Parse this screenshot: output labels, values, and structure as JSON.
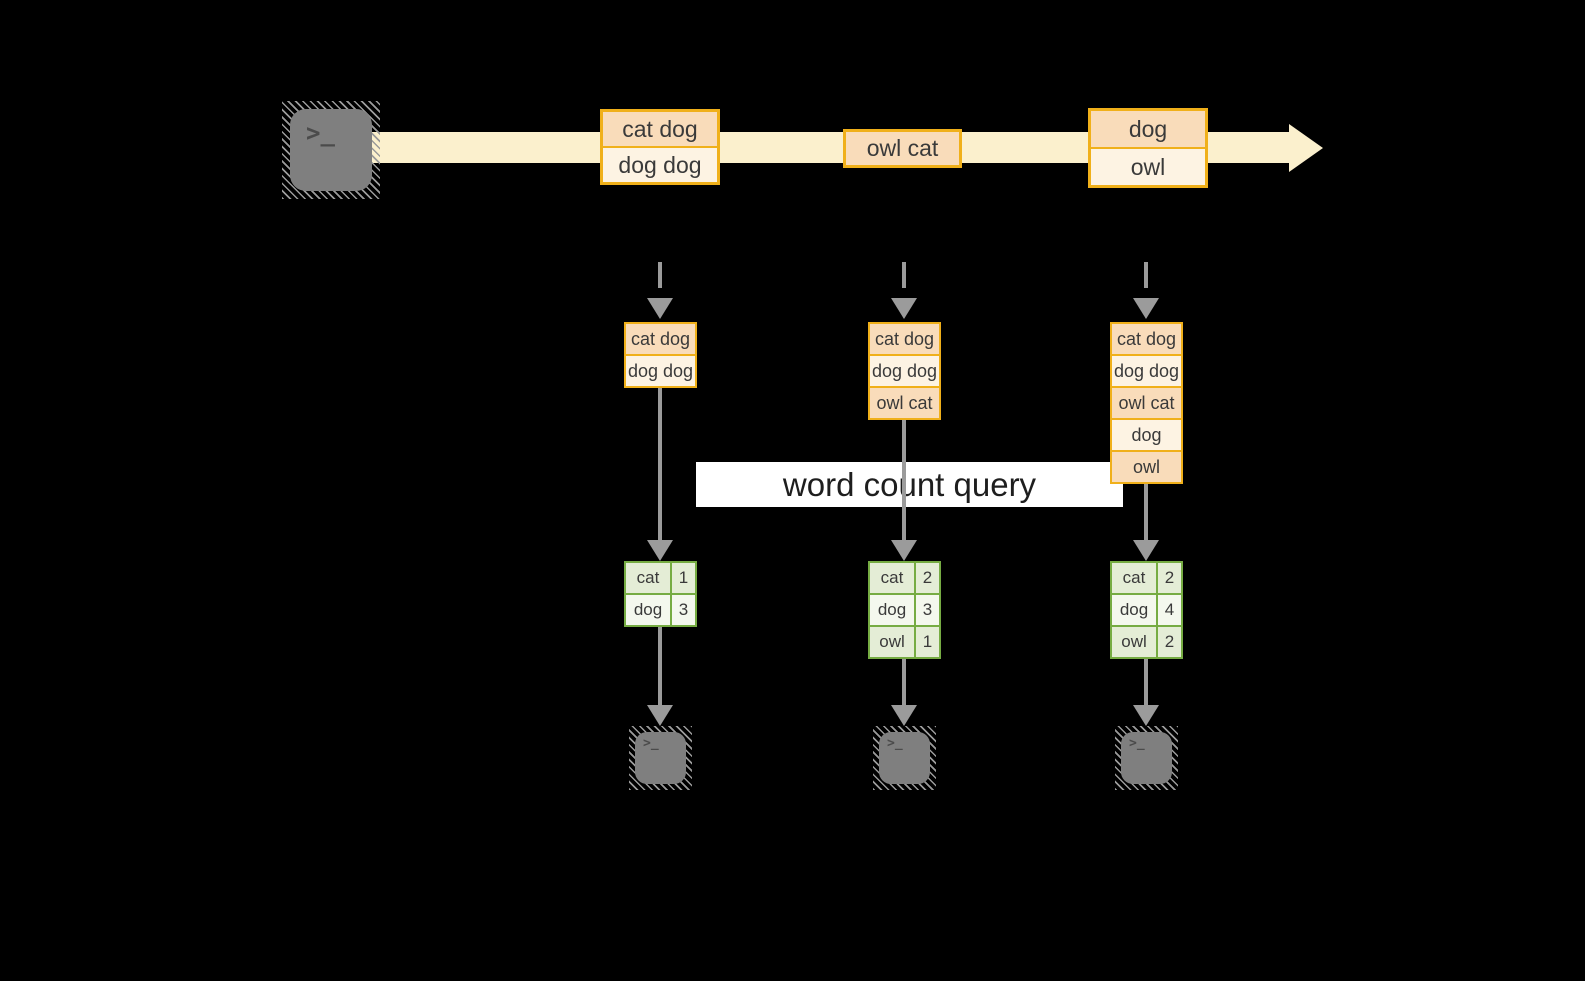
{
  "query_label": "word count query",
  "icons": {
    "terminal_prompt": ">_"
  },
  "stream": {
    "batches": [
      {
        "rows": [
          "cat dog",
          "dog dog"
        ]
      },
      {
        "rows": [
          "owl cat"
        ]
      },
      {
        "rows": [
          "dog",
          "owl"
        ]
      }
    ]
  },
  "columns": [
    {
      "buffer": [
        "cat dog",
        "dog dog"
      ],
      "counts": [
        {
          "word": "cat",
          "count": "1"
        },
        {
          "word": "dog",
          "count": "3"
        }
      ]
    },
    {
      "buffer": [
        "cat dog",
        "dog dog",
        "owl cat"
      ],
      "counts": [
        {
          "word": "cat",
          "count": "2"
        },
        {
          "word": "dog",
          "count": "3"
        },
        {
          "word": "owl",
          "count": "1"
        }
      ]
    },
    {
      "buffer": [
        "cat dog",
        "dog dog",
        "owl cat",
        "dog",
        "owl"
      ],
      "counts": [
        {
          "word": "cat",
          "count": "2"
        },
        {
          "word": "dog",
          "count": "4"
        },
        {
          "word": "owl",
          "count": "2"
        }
      ]
    }
  ],
  "colors": {
    "background": "#000000",
    "stream_fill": "#FBF0CD",
    "box_border": "#F0B01A",
    "box_fill_peach": "#F9DCBA",
    "box_fill_cream": "#FDF3E3",
    "table_border": "#76AC43",
    "table_fill_green": "#E4EDD6",
    "table_fill_light": "#F4F8EE",
    "arrow_gray": "#9B9B9B",
    "terminal_gray": "#7F7F7F",
    "query_band_bg": "#FFFFFF",
    "text": "#3A3A3A"
  }
}
